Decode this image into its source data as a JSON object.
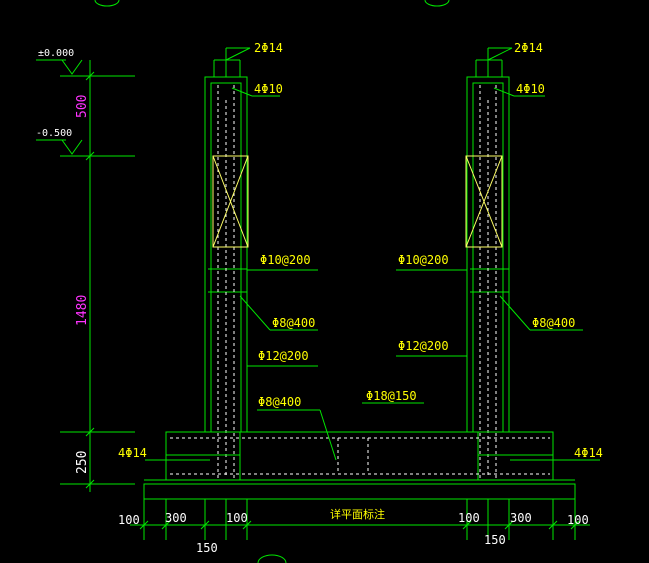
{
  "colors": {
    "background": "#000000",
    "structure": "#00e600",
    "rebar": "#ffffff",
    "annotation": "#ffff00",
    "dimension_text": "#ffffff",
    "highlight_dim": "#ff33ff",
    "cross_box": "#ffff66"
  },
  "elevations": {
    "top": "±0.000",
    "mid": "-0.500"
  },
  "dimensions": {
    "vertical": {
      "d500": "500",
      "d1480": "1480",
      "d250": "250"
    },
    "horizontal": {
      "left_100_outer": "100",
      "left_300": "300",
      "left_100_inner": "100",
      "left_150": "150",
      "right_100_inner": "100",
      "right_300": "300",
      "right_100_outer": "100",
      "right_150": "150"
    }
  },
  "labels": {
    "left_wall": {
      "top_bar": "2Φ14",
      "vertical_bars": "4Φ10",
      "stirrup": "Φ10@200",
      "tie": "Φ8@400",
      "horizontal": "Φ12@200",
      "footing": "4Φ14"
    },
    "right_wall": {
      "top_bar": "2Φ14",
      "vertical_bars": "4Φ10",
      "stirrup": "Φ10@200",
      "tie": "Φ8@400",
      "horizontal": "Φ12@200",
      "footing": "4Φ14"
    },
    "slab": {
      "tie": "Φ8@400",
      "bottom": "Φ18@150"
    },
    "center_note": "详平面标注"
  }
}
